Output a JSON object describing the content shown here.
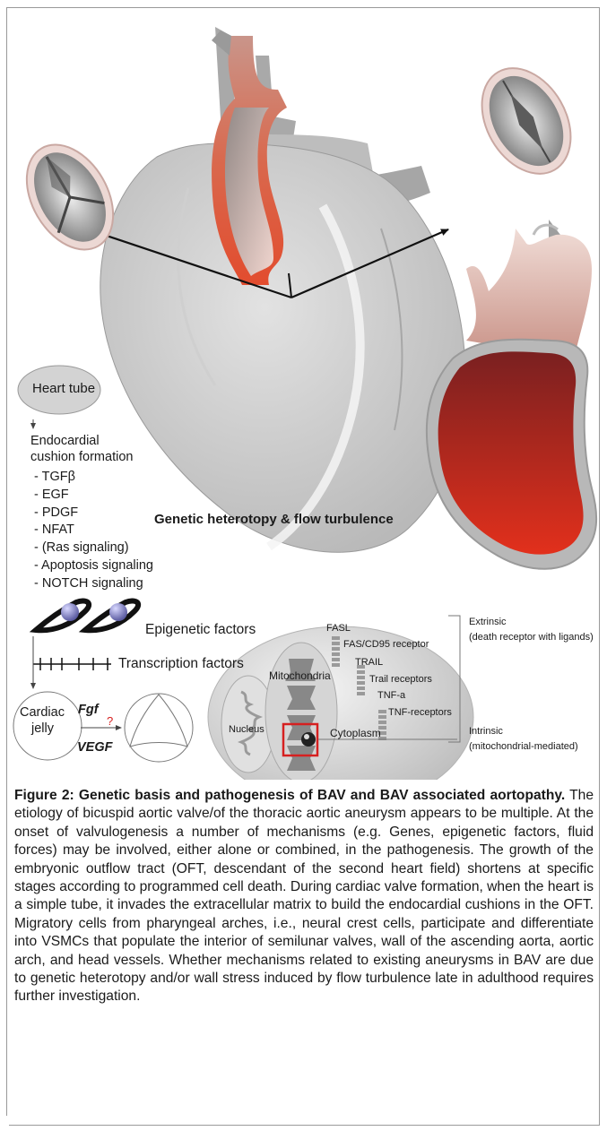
{
  "figure": {
    "heart_tube": "Heart tube",
    "cushion_line1": "Endocardial",
    "cushion_line2": "cushion formation",
    "pathways": [
      "- TGFβ",
      "- EGF",
      "- PDGF",
      "- NFAT",
      "- (Ras signaling)",
      "- Apoptosis signaling",
      "- NOTCH signaling"
    ],
    "genetic_heterotopy": "Genetic heterotopy & flow turbulence",
    "epigenetic": "Epigenetic factors",
    "transcription": "Transcription factors",
    "cardiac_line1": "Cardiac",
    "cardiac_line2": "jelly",
    "fgf": "Fgf",
    "vegf": "VEGF",
    "question": "?",
    "fasl": "FASL",
    "fas_receptor": "FAS/CD95 receptor",
    "trail": "TRAIL",
    "trail_receptors": "Trail receptors",
    "tnf_a": "TNF-a",
    "tnf_receptors": "TNF-receptors",
    "mitochondria": "Mitochondria",
    "nucleus": "Nucleus",
    "cytoplasm": "Cytoplasm",
    "extrinsic_1": "Extrinsic",
    "extrinsic_2": "(death receptor with ligands)",
    "intrinsic_1": "Intrinsic",
    "intrinsic_2": "(mitochondrial-mediated)"
  },
  "caption": {
    "label": "Figure 2: Genetic basis and pathogenesis of BAV and BAV associated aortopathy.",
    "body": " The etiology of bicuspid aortic valve/of the thoracic aortic aneurysm appears to be multiple. At the onset of valvulogenesis a number of mechanisms (e.g. Genes, epigenetic factors, fluid forces) may be involved, either alone or combined, in the pathogenesis. The growth of the embryonic outflow tract (OFT, descendant of the second heart field) shortens at specific stages according to programmed cell death. During cardiac valve formation, when the heart is a simple tube, it invades the extracellular matrix to build the endocardial cushions in the OFT. Migratory cells from pharyngeal arches, i.e., neural crest cells, participate and differentiate into VSMCs that populate the interior of semilunar valves, wall of the ascending aorta, aortic arch, and head vessels. Whether mechanisms related to existing aneurysms in BAV are due to genetic heterotopy and/or wall stress induced by flow turbulence late in adulthood requires further investigation."
  }
}
